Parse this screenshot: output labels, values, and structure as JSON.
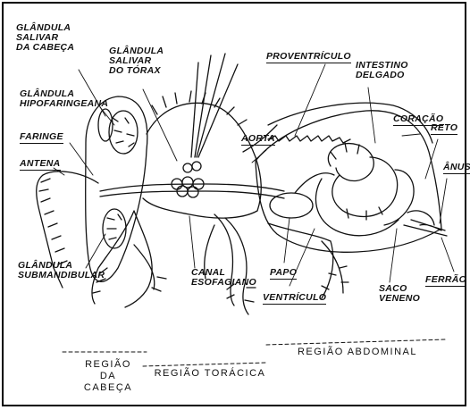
{
  "labels": {
    "glandula_salivar_cabeca": "GLÂNDULA\nSALIVAR\nDA CABEÇA",
    "glandula_salivar_torax": "GLÂNDULA\nSALIVAR\nDO TÓRAX",
    "glandula_hipofaringeana": "GLÂNDULA\nHIPOFARINGEANA",
    "faringe": "FARINGE",
    "antena": "ANTENA",
    "glandula_submandibular": "GLÂNDULA\nSUBMANDIBULAR",
    "aorta": "AORTA",
    "proventriculo": "PROVENTRÍCULO",
    "intestino_delgado": "INTESTINO\nDELGADO",
    "coracao": "CORAÇÃO",
    "reto": "RETO",
    "anus": "ÂNUS",
    "canal_esofagiano": "CANAL\nESOFAGIANO",
    "papo": "PAPO",
    "ventriculo": "VENTRÍCULO",
    "saco_veneno": "SACO\nVENENO",
    "ferrao": "FERRÃO"
  },
  "regions": {
    "cabeca": "REGIÃO\nDA\nCABEÇA",
    "toracica": "REGIÃO TORÁCICA",
    "abdominal": "REGIÃO ABDOMINAL"
  }
}
